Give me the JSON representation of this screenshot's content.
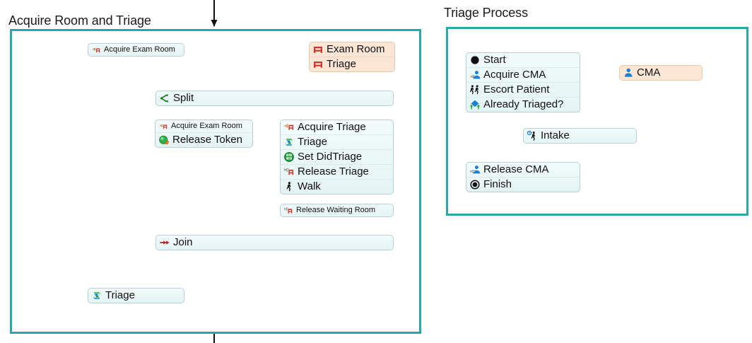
{
  "diagram": {
    "type": "process-flow",
    "accent_color": "#2aa8a8",
    "node_fill": "#e9f6f6",
    "resource_fill": "#fbe6d6",
    "panels": [
      {
        "id": "acquire-room-and-triage",
        "title": "Acquire Room and Triage"
      },
      {
        "id": "triage-process",
        "title": "Triage Process"
      }
    ]
  },
  "acquire_panel": {
    "title": "Acquire Room and Triage",
    "acquire_exam_room": {
      "label": "Acquire Exam Room",
      "icon": "acquire-resource-icon"
    },
    "resources": [
      {
        "label": "Exam Room",
        "icon": "resource-bench-icon"
      },
      {
        "label": "Triage",
        "icon": "resource-bench-icon"
      }
    ],
    "split": {
      "label": "Split",
      "icon": "split-icon"
    },
    "left_branch": [
      {
        "label": "Acquire Exam Room",
        "icon": "acquire-resource-icon"
      },
      {
        "label": "Release Token",
        "icon": "release-token-icon"
      }
    ],
    "right_branch": [
      {
        "label": "Acquire Triage",
        "icon": "acquire-resource-icon"
      },
      {
        "label": "Triage",
        "icon": "process-loop-icon"
      },
      {
        "label": "Set DidTriage",
        "icon": "set-variable-icon"
      },
      {
        "label": "Release Triage",
        "icon": "release-resource-icon"
      },
      {
        "label": "Walk",
        "icon": "walk-icon"
      }
    ],
    "release_waiting_room": {
      "label": "Release Waiting Room",
      "icon": "release-resource-icon"
    },
    "join": {
      "label": "Join",
      "icon": "join-icon"
    },
    "triage_end": {
      "label": "Triage",
      "icon": "process-loop-icon"
    }
  },
  "triage_panel": {
    "title": "Triage Process",
    "start_block": [
      {
        "label": "Start",
        "icon": "start-icon"
      },
      {
        "label": "Acquire CMA",
        "icon": "acquire-person-icon"
      },
      {
        "label": "Escort Patient",
        "icon": "escort-icon"
      },
      {
        "label": "Already Triaged?",
        "icon": "decision-icon"
      }
    ],
    "intake": {
      "label": "Intake",
      "icon": "delay-walk-icon"
    },
    "end_block": [
      {
        "label": "Release CMA",
        "icon": "release-person-icon"
      },
      {
        "label": "Finish",
        "icon": "finish-icon"
      }
    ],
    "resources": [
      {
        "label": "CMA",
        "icon": "person-resource-icon"
      }
    ]
  }
}
